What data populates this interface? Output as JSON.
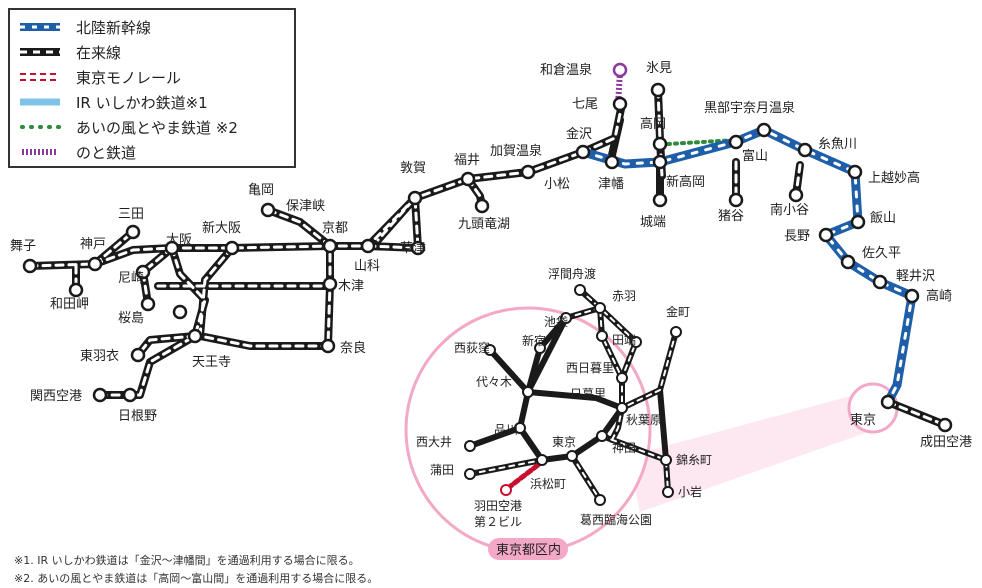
{
  "legend": {
    "items": [
      {
        "label": "北陸新幹線",
        "kind": "shinkansen"
      },
      {
        "label": "在来線",
        "kind": "conventional"
      },
      {
        "label": "東京モノレール",
        "kind": "monorail"
      },
      {
        "label": "IR いしかわ鉄道※1",
        "kind": "ir"
      },
      {
        "label": "あいの風とやま鉄道 ※2",
        "kind": "ainokaze"
      },
      {
        "label": "のと鉄道",
        "kind": "noto"
      }
    ]
  },
  "colors": {
    "shinkansen": "#1f5ea8",
    "conventional": "#1a1a1a",
    "monorail": "#c8102e",
    "ir": "#7fc3e8",
    "ainokaze": "#2e8b3c",
    "noto": "#8a3a9a",
    "tokyo_circle": "#f4a8c8",
    "tokyo_fill": "#fde8f1"
  },
  "stations": {
    "wakura": "和倉温泉",
    "nanao": "七尾",
    "himi": "氷見",
    "takaoka": "高岡",
    "kurobe": "黒部宇奈月温泉",
    "itoigawa": "糸魚川",
    "joetsu": "上越妙高",
    "toyama": "富山",
    "shintakaoka": "新高岡",
    "kanazawa": "金沢",
    "tsubata": "津幡",
    "komatsu": "小松",
    "kaga": "加賀温泉",
    "fukui": "福井",
    "kuzuryu": "九頭竜湖",
    "tsuruga": "敦賀",
    "kusatsu": "草津",
    "yamashina": "山科",
    "kyoto": "京都",
    "hozukyo": "保津峡",
    "kameoka": "亀岡",
    "shinosaka": "新大阪",
    "osaka": "大阪",
    "sanda": "三田",
    "kobe": "神戸",
    "maiko": "舞子",
    "wadamisaki": "和田岬",
    "amagasaki": "尼崎",
    "sakurajima": "桜島",
    "kizu": "木津",
    "nara": "奈良",
    "tennoji": "天王寺",
    "higashihagoromo": "東羽衣",
    "kix": "関西空港",
    "hineno": "日根野",
    "johana": "城端",
    "inotani": "猪谷",
    "minamiotari": "南小谷",
    "nagano": "長野",
    "iiyama": "飯山",
    "sakudaira": "佐久平",
    "karuizawa": "軽井沢",
    "takasaki": "高崎",
    "tokyo": "東京",
    "narita": "成田空港"
  },
  "tokyo_area": {
    "title": "東京都区内",
    "stations": {
      "ukima": "浮間舟渡",
      "akabane": "赤羽",
      "ikebukuro": "池袋",
      "kanamachi": "金町",
      "nishiogikubo": "西荻窪",
      "shinjuku": "新宿",
      "tabata": "田端",
      "nishinippori": "西日暮里",
      "yoyogi": "代々木",
      "nippori": "日暮里",
      "shinagawa": "品川",
      "akihabara": "秋葉原",
      "nishioi": "西大井",
      "tokyo": "東京",
      "kanda": "神田",
      "kinshicho": "錦糸町",
      "kamata": "蒲田",
      "hamamatsucho": "浜松町",
      "koiwa": "小岩",
      "haneda": "羽田空港\n第２ビル",
      "kasai": "葛西臨海公園"
    }
  },
  "notes": {
    "note1": "※1. IR いしかわ鉄道は「金沢～津幡間」を通過利用する場合に限る。",
    "note2": "※2. あいの風とやま鉄道は「高岡～富山間」を通過利用する場合に限る。"
  }
}
